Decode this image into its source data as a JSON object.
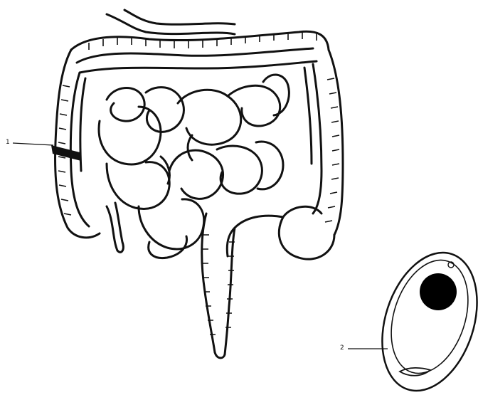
{
  "figure": {
    "labels": [
      {
        "id": "1",
        "text": "1"
      },
      {
        "id": "2",
        "text": "2"
      }
    ]
  },
  "colors": {
    "ink": "#111111",
    "paper": "#ffffff"
  },
  "icons": {
    "intestine": "intestine-illustration-icon",
    "egg": "parasite-egg-icon"
  }
}
